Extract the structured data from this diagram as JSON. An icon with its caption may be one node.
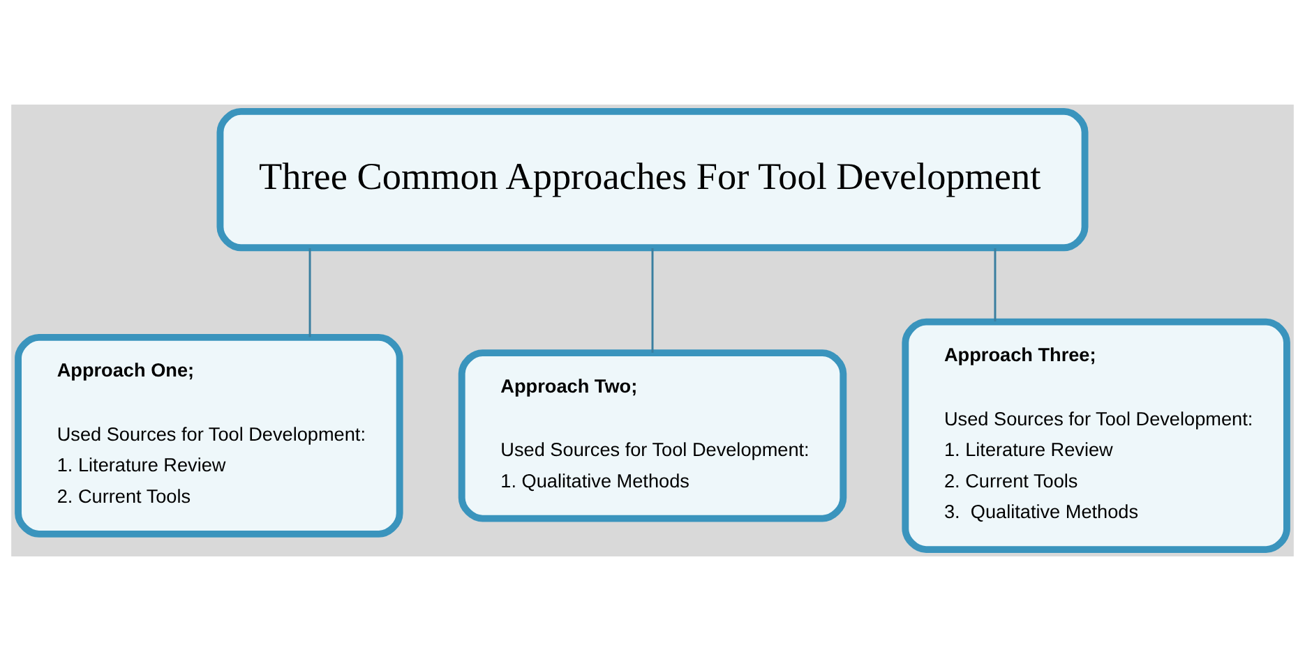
{
  "diagram": {
    "nodes": [
      {
        "text": [
          "Three Common Approaches For Tool Development"
        ]
      },
      {
        "text": [
          "Approach One;",
          "Used Sources for Tool Development:",
          "1. Literature Review",
          "2. Current Tools"
        ]
      },
      {
        "text": [
          "Approach Two;",
          "Used Sources for Tool Development:",
          "1. Qualitative Methods"
        ]
      },
      {
        "text": [
          "Approach Three;",
          "Used Sources for Tool Development:",
          "1. Literature Review",
          "2. Current Tools",
          "3.  Qualitative Methods"
        ]
      }
    ],
    "edges": [
      {
        "from": 0,
        "to": 1,
        "arrow": "none"
      },
      {
        "from": 0,
        "to": 2,
        "arrow": "none"
      },
      {
        "from": 0,
        "to": 3,
        "arrow": "none"
      }
    ]
  }
}
